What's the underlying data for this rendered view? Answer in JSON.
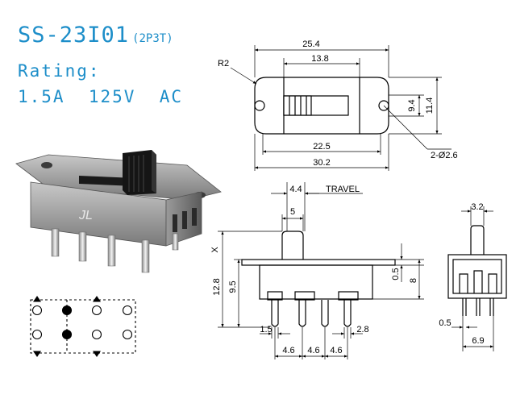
{
  "title": {
    "model": "SS-23I01",
    "config": "(2P3T)"
  },
  "rating": {
    "label": "Rating:",
    "value": "1.5A  125V  AC"
  },
  "logo": "JL",
  "top_view": {
    "width_total": "30.2",
    "width_holes": "25.4",
    "slot_length": "13.8",
    "slot_inner": "22.5",
    "height_inner": "9.4",
    "height_total": "11.4",
    "radius": "R2",
    "holes": "2-Ø2.6"
  },
  "side_view": {
    "travel_value": "4.4",
    "travel_label": "TRAVEL",
    "knob_width": "5",
    "x_label": "X",
    "height_total": "12.8",
    "height_mid": "9.5",
    "plate_thickness": "0.5",
    "body_height": "8",
    "pin_width": "1.5",
    "pin_thickness": "2.8",
    "pitch_1": "4.6",
    "pitch_2": "4.6",
    "pitch_3": "4.6"
  },
  "end_view": {
    "knob_width": "3.2",
    "pin_thickness": "0.5",
    "row_spacing": "6.9"
  },
  "colors": {
    "accent": "#1d8ec9",
    "dot": "#000000"
  }
}
